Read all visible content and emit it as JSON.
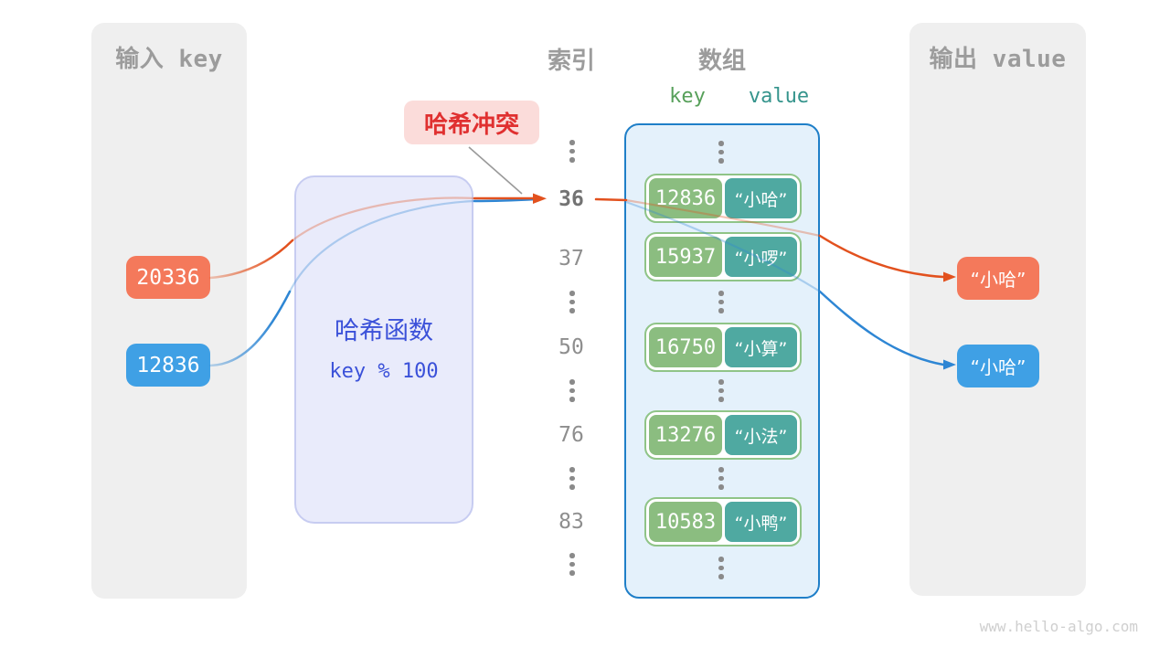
{
  "watermark": "www.hello-algo.com",
  "input_panel": {
    "title": "输入 key",
    "keys": [
      {
        "label": "20336",
        "color": "orange"
      },
      {
        "label": "12836",
        "color": "blue"
      }
    ]
  },
  "hash_box": {
    "title": "哈希函数",
    "formula": "key % 100"
  },
  "collision_badge": {
    "label": "哈希冲突"
  },
  "index_column": {
    "title": "索引",
    "items": [
      {
        "type": "dots"
      },
      {
        "type": "value",
        "label": "36",
        "emphasis": true
      },
      {
        "type": "value",
        "label": "37"
      },
      {
        "type": "dots"
      },
      {
        "type": "value",
        "label": "50"
      },
      {
        "type": "dots"
      },
      {
        "type": "value",
        "label": "76"
      },
      {
        "type": "dots"
      },
      {
        "type": "value",
        "label": "83"
      },
      {
        "type": "dots"
      }
    ]
  },
  "array_column": {
    "title": "数组",
    "key_header": "key",
    "value_header": "value",
    "items": [
      {
        "type": "dots"
      },
      {
        "type": "pair",
        "key": "12836",
        "value": "“小哈”"
      },
      {
        "type": "pair",
        "key": "15937",
        "value": "“小啰”"
      },
      {
        "type": "dots"
      },
      {
        "type": "pair",
        "key": "16750",
        "value": "“小算”"
      },
      {
        "type": "dots"
      },
      {
        "type": "pair",
        "key": "13276",
        "value": "“小法”"
      },
      {
        "type": "dots"
      },
      {
        "type": "pair",
        "key": "10583",
        "value": "“小鸭”"
      },
      {
        "type": "dots"
      }
    ]
  },
  "output_panel": {
    "title": "输出 value",
    "values": [
      {
        "label": "“小哈”",
        "color": "orange"
      },
      {
        "label": "“小哈”",
        "color": "blue"
      }
    ]
  },
  "colors": {
    "orange": "#F4795B",
    "blue": "#3FA0E5",
    "arrow_orange": "#E2511E",
    "arrow_blue": "#2E86D4",
    "key_green": "#8BBD80",
    "value_teal": "#4FA9A1",
    "row_border": "#8FC487",
    "array_border": "#1F7FC8",
    "array_fill": "#E4F1FB",
    "hash_fill": "#E9EBFB",
    "hash_border": "#C7CCF1",
    "hash_text": "#3B51D9",
    "badge_bg": "#FBDCDA",
    "badge_text": "#E03030",
    "panel_bg": "#EFEFEF",
    "heading": "#9C9C9C",
    "key_header_green": "#57A05A",
    "value_header_teal": "#35948C"
  }
}
